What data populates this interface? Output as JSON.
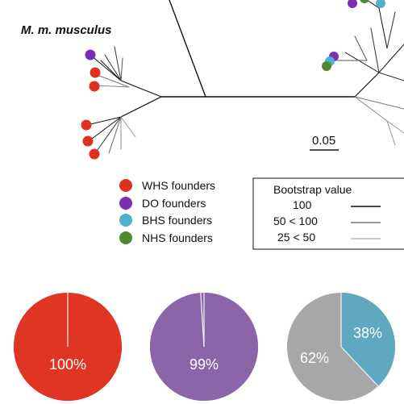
{
  "tree": {
    "clade_label": "M. m. musculus",
    "scale_label": "0.05"
  },
  "legend": {
    "founders": [
      {
        "label": "WHS founders",
        "color": "#e0301e"
      },
      {
        "label": "DO founders",
        "color": "#7e2fb0"
      },
      {
        "label": "BHS founders",
        "color": "#4fb0d0"
      },
      {
        "label": "NHS founders",
        "color": "#4f8a2e"
      }
    ],
    "bootstrap": {
      "title": "Bootstrap value",
      "rows": [
        {
          "label": "100",
          "color": "#111111"
        },
        {
          "label": "50 < 100",
          "color": "#777777"
        },
        {
          "label": "25 < 50",
          "color": "#aaaaaa"
        }
      ]
    }
  },
  "pies": [
    {
      "label": "100%",
      "fraction": 1.0,
      "main_color": "#e03424",
      "other_color": "#e03424"
    },
    {
      "label": "99%",
      "fraction": 0.99,
      "main_color": "#8a66a8",
      "other_color": "#8a66a8"
    },
    {
      "label": "38%",
      "fraction": 0.38,
      "main_color": "#5fa8c0",
      "other_color": "#a7a6a8",
      "other_label": "62%"
    }
  ]
}
